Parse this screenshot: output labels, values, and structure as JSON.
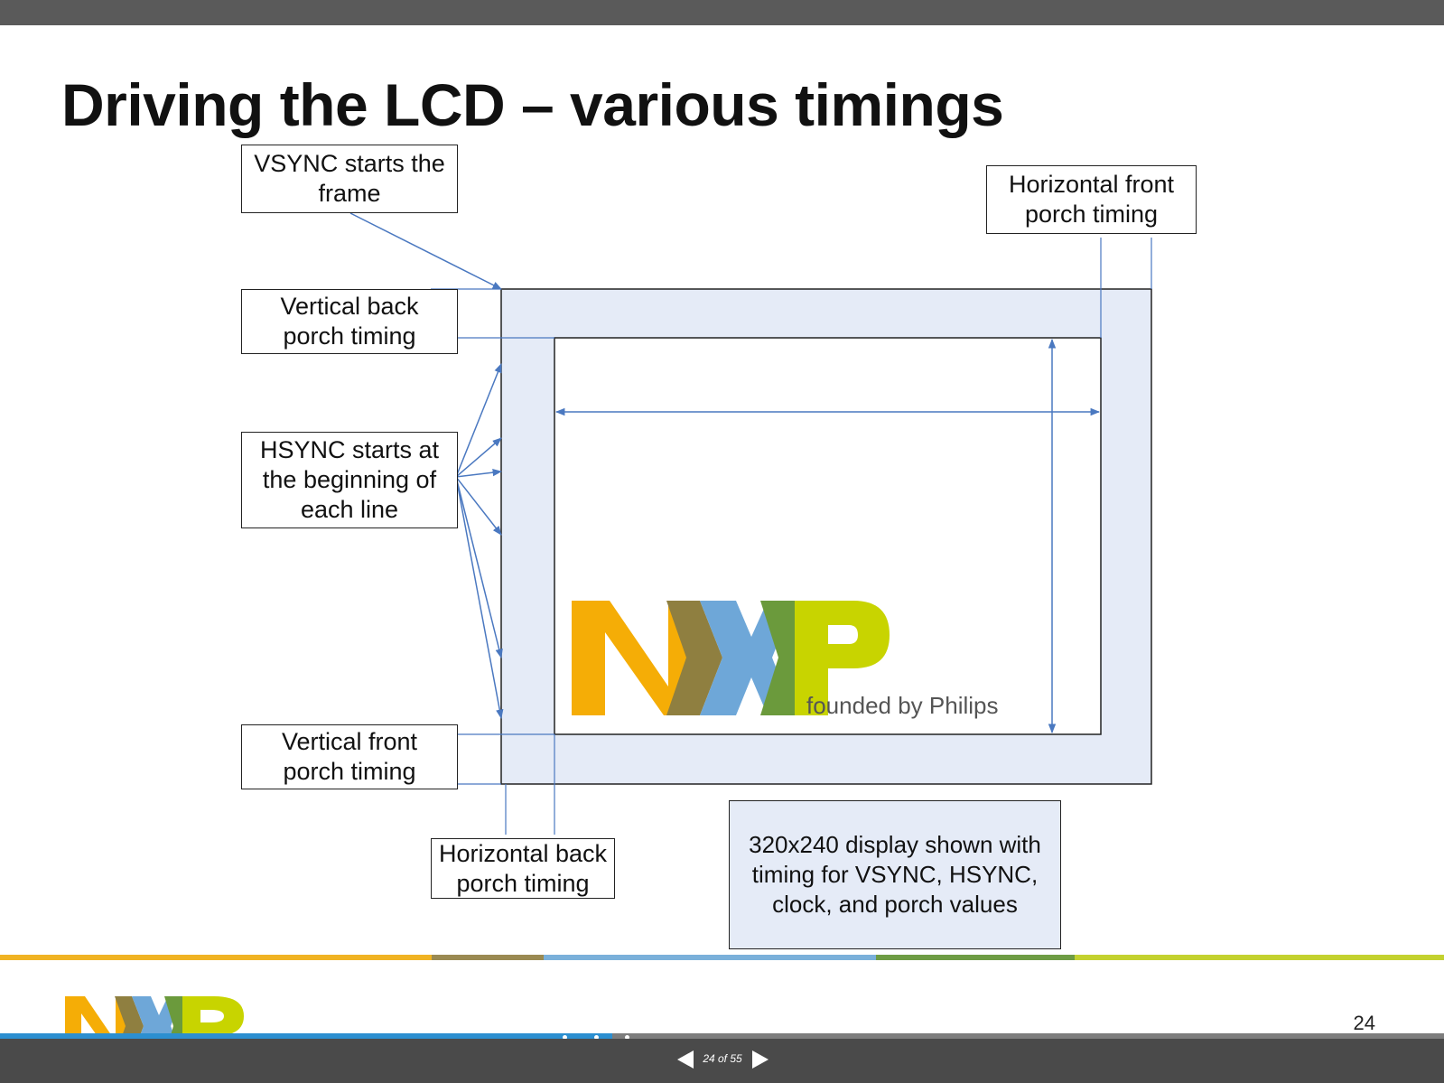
{
  "slide": {
    "title": "Driving the LCD – various timings",
    "page_number": "24"
  },
  "callouts": {
    "vsync": [
      "VSYNC starts the",
      "frame"
    ],
    "vertical_back_porch": [
      "Vertical back",
      "porch timing"
    ],
    "hsync": [
      "HSYNC starts at",
      "the beginning of",
      "each line"
    ],
    "vertical_front_porch": [
      "Vertical front",
      "porch timing"
    ],
    "horizontal_back_porch": [
      "Horizontal back",
      "porch timing"
    ],
    "horizontal_front_porch": [
      "Horizontal front",
      "porch timing"
    ],
    "summary": [
      "320x240 display shown with",
      "timing for VSYNC, HSYNC,",
      "clock, and porch values"
    ]
  },
  "logo": {
    "tagline": "founded by Philips",
    "colors": {
      "n": "#f5ad06",
      "x_left": "#8f7f40",
      "x_center": "#6ea7d8",
      "x_right": "#6b9a3c",
      "p": "#c8d400"
    }
  },
  "footer": {
    "stripe_colors": [
      "#f0b323",
      "#9a8a52",
      "#7ab0da",
      "#6e9c44",
      "#c3d12f"
    ]
  },
  "viewer": {
    "page_indicator": "24 of 55",
    "progress": 0.424,
    "prev_icon": "triangle-left-icon",
    "next_icon": "triangle-right-icon",
    "accent": "#2c8fd0"
  },
  "diagram_colors": {
    "porch_fill": "#e5ebf7",
    "arrow": "#4a78c0"
  }
}
